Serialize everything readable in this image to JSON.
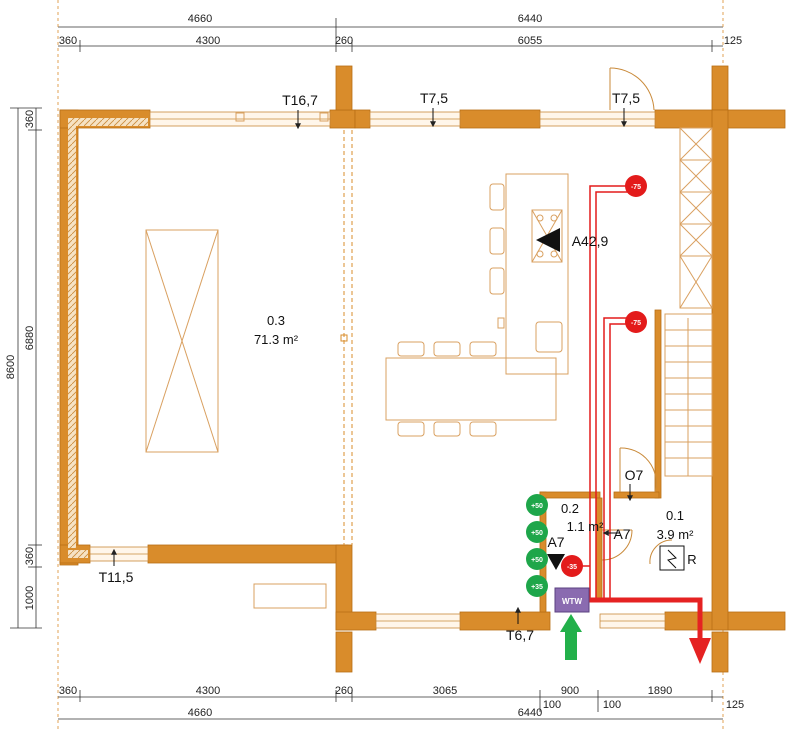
{
  "dimensions": {
    "top_outer": [
      "4660",
      "6440"
    ],
    "top_inner": [
      "360",
      "4300",
      "260",
      "6055",
      "125"
    ],
    "bottom_inner": [
      "360",
      "4300",
      "260",
      "3065",
      "900",
      "1890",
      "125"
    ],
    "bottom_small": [
      "100",
      "100"
    ],
    "bottom_outer": [
      "4660",
      "6440"
    ],
    "left_outer": "8600",
    "left_inner": [
      "360",
      "6880",
      "360",
      "1000"
    ]
  },
  "rooms": {
    "living": {
      "id": "0.3",
      "area": "71.3 m²"
    },
    "toilet": {
      "id": "0.2",
      "area": "1.1 m²"
    },
    "hall": {
      "id": "0.1",
      "area": "3.9 m²"
    }
  },
  "labels": {
    "t16": "T16,7",
    "t75a": "T7,5",
    "t75b": "T7,5",
    "t115": "T11,5",
    "t67": "T6,7",
    "a429": "A42,9",
    "a7a": "A7",
    "a7b": "A7",
    "o7": "O7",
    "r": "R"
  },
  "vents": {
    "extract": [
      "-75",
      "-75",
      "-35"
    ],
    "supply": [
      "+50",
      "+50",
      "+50",
      "+35"
    ]
  },
  "unit": "WTW",
  "colors": {
    "wall": "#d98c2b",
    "wall_dark": "#b86e14",
    "hatch": "#e9c38f",
    "extract": "#e31b1b",
    "supply": "#1ea64a",
    "arrow_out": "#e52222",
    "arrow_in": "#22b04a",
    "unit": "#8a6bb0"
  }
}
